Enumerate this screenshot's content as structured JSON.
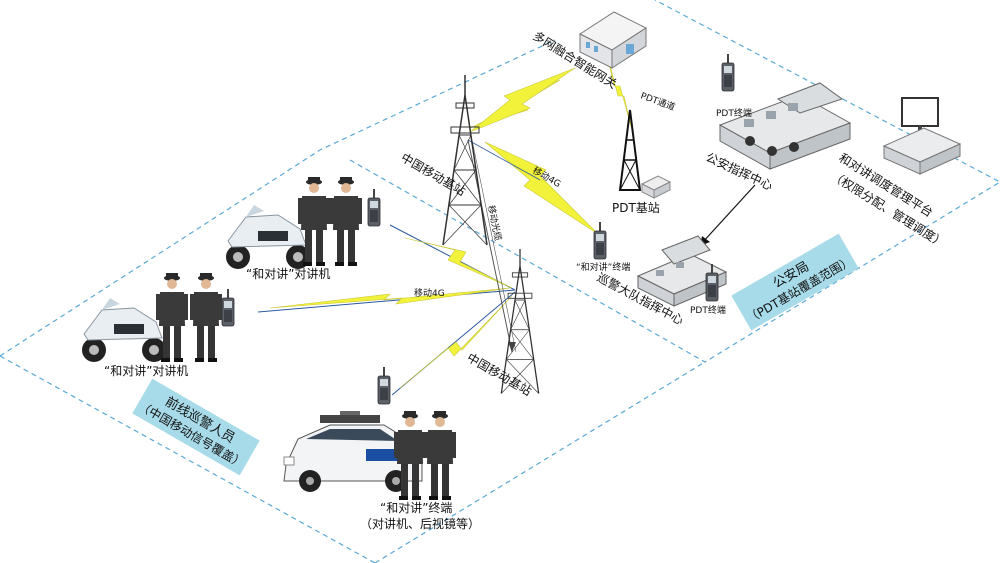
{
  "colors": {
    "zone_border": "#5aa9d6",
    "link_yellow": "#f2f23a",
    "link_yellow_edge": "#c9c93a",
    "tower": "#333333",
    "badge_bg": "#a8dbe9",
    "badge_text": "#1a1a1a",
    "uniform": "#3a3a3a",
    "bike": "#e9eef2",
    "police_blue": "#1b4fa3"
  },
  "labels": {
    "gateway": "多网融合智能网关",
    "pdt_channel": "PDT通道",
    "pdt_terminal_top": "PDT终端",
    "public_security_center": "公安指挥中心",
    "platform_line1": "和对讲调度管理平台",
    "platform_line2": "（权限分配、管理调度）",
    "cm_station_top": "中国移动基站",
    "mobile_4g_top": "移动4G",
    "pdt_station": "PDT基站",
    "fiber_link": "移动光缆",
    "moto_top_label": "“和对讲”对讲机",
    "hdj_terminal": "“和对讲”终端",
    "patrol_center": "巡警大队指挥中心",
    "pdt_terminal_right": "PDT终端",
    "mobile_4g_mid": "移动4G",
    "cm_station_bottom": "中国移动基站",
    "moto_left_label": "“和对讲”对讲机",
    "car_label_line1": "“和对讲”终端",
    "car_label_line2": "（对讲机、后视镜等）"
  },
  "badges": {
    "public_bureau": {
      "line1": "公安局",
      "line2": "（PDT基站覆盖范围）"
    },
    "frontline": {
      "line1": "前线巡警人员",
      "line2": "（中国移动信号覆盖）"
    }
  },
  "icons": {
    "gateway": "gateway-server-icon",
    "tower": "cell-tower-icon",
    "radio": "walkie-talkie-icon",
    "monitor": "monitor-icon",
    "console": "command-console-icon",
    "officer": "police-officer-icon",
    "motorcycle": "police-motorcycle-icon",
    "car": "police-car-icon"
  }
}
